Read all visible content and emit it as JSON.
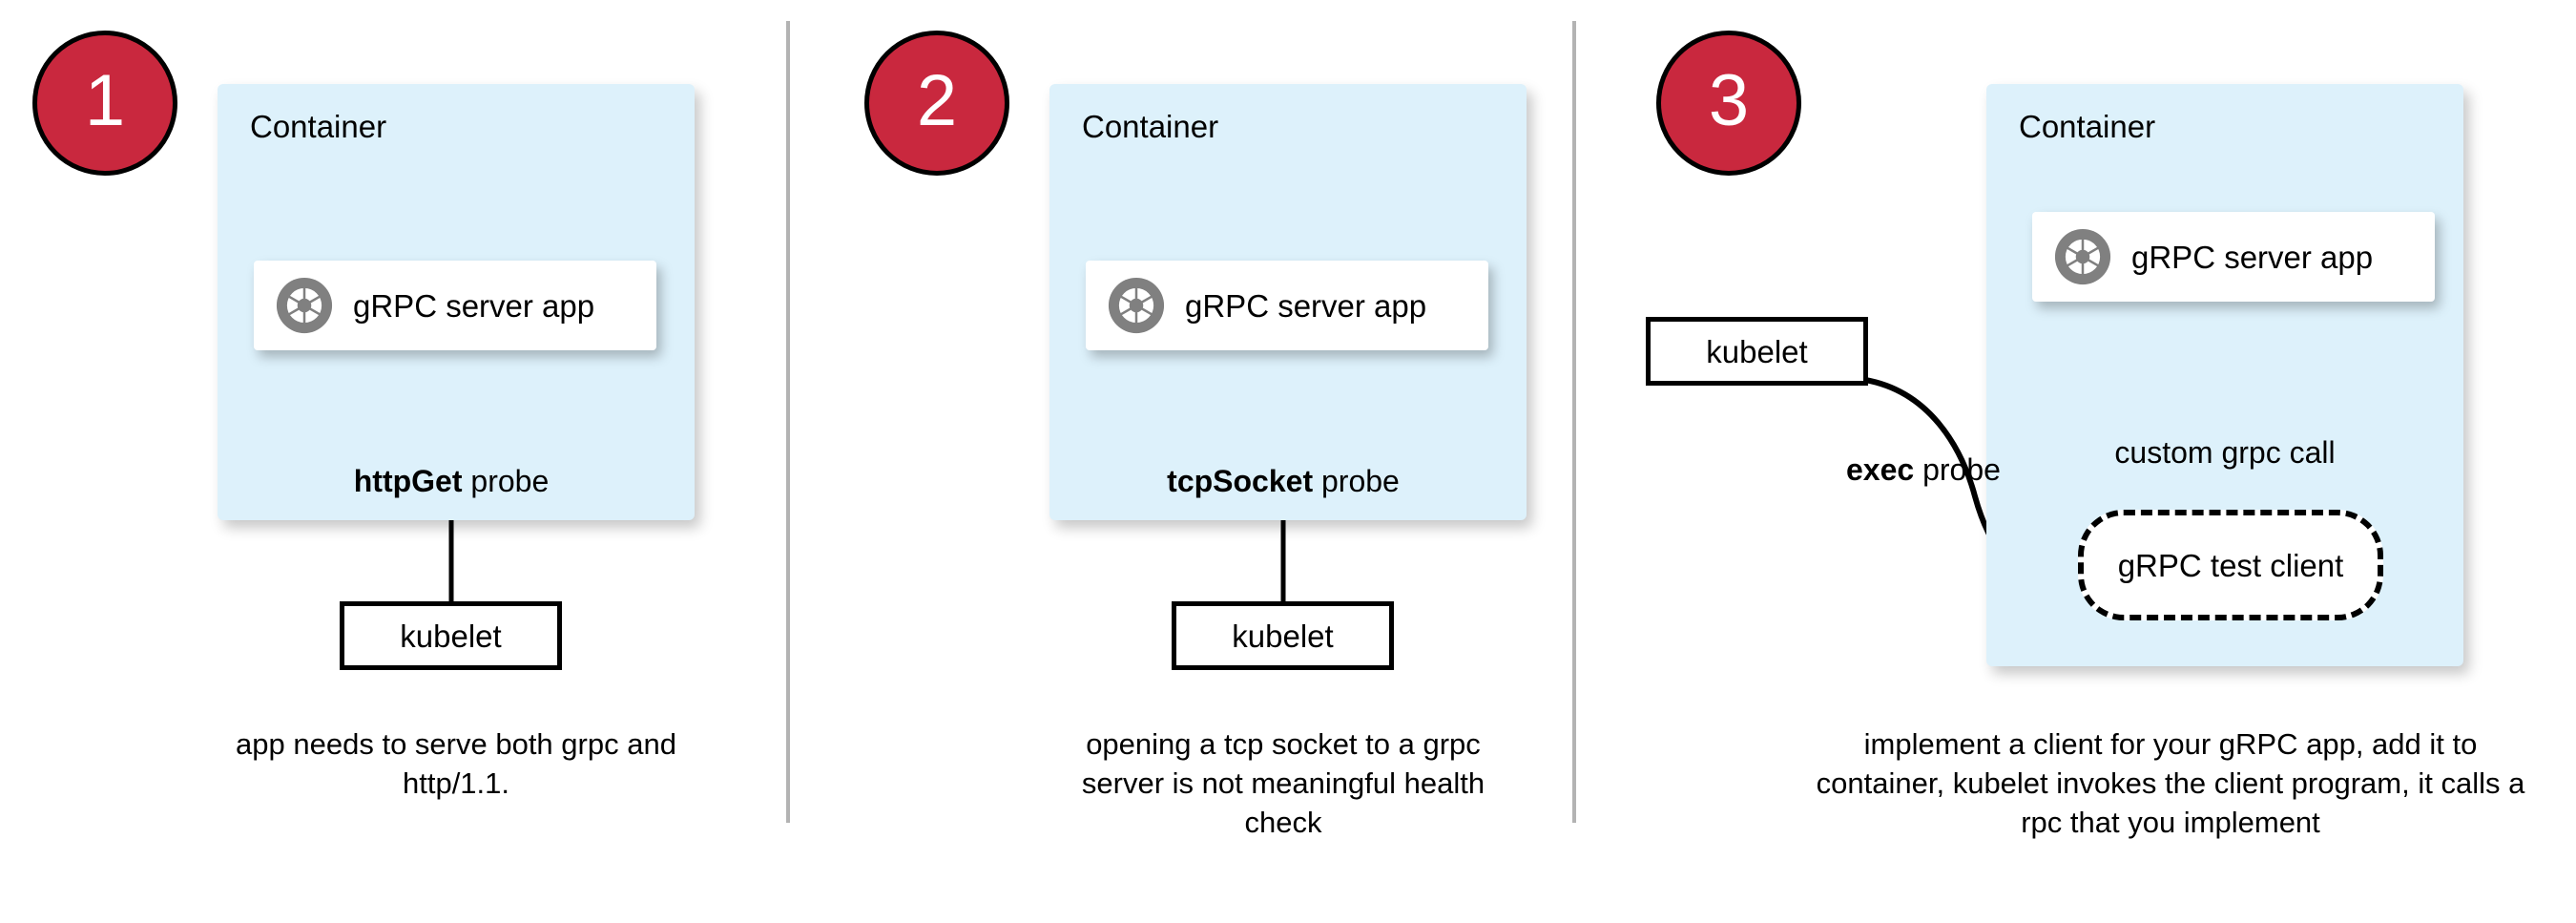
{
  "diagram": {
    "title": "Kubernetes gRPC health probe approaches",
    "colors": {
      "badge_fill": "#c9283e",
      "badge_stroke": "#000000",
      "badge_text": "#ffffff",
      "container_fill": "#ddf1fb",
      "card_fill": "#ffffff",
      "stroke": "#000000",
      "divider": "#b3b3b3",
      "icon_gray": "#808080"
    },
    "panels": [
      {
        "number": "1",
        "container_label": "Container",
        "app_label": "gRPC server app",
        "app_icon": "grpc-aperture-icon",
        "probe_label_bold": "httpGet",
        "probe_label_rest": " probe",
        "kubelet_label": "kubelet",
        "caption": "app needs to serve both grpc and http/1.1."
      },
      {
        "number": "2",
        "container_label": "Container",
        "app_label": "gRPC server app",
        "app_icon": "grpc-aperture-icon",
        "probe_label_bold": "tcpSocket",
        "probe_label_rest": " probe",
        "kubelet_label": "kubelet",
        "caption": "opening a tcp socket to a grpc server is not meaningful health check"
      },
      {
        "number": "3",
        "container_label": "Container",
        "app_label": "gRPC server app",
        "app_icon": "grpc-aperture-icon",
        "probe_label_bold": "exec",
        "probe_label_rest": " probe",
        "kubelet_label": "kubelet",
        "client_label": "gRPC test client",
        "call_label": "custom grpc call",
        "caption": "implement a client for your gRPC app, add it to container, kubelet invokes the client program, it calls a rpc that you implement"
      }
    ]
  }
}
